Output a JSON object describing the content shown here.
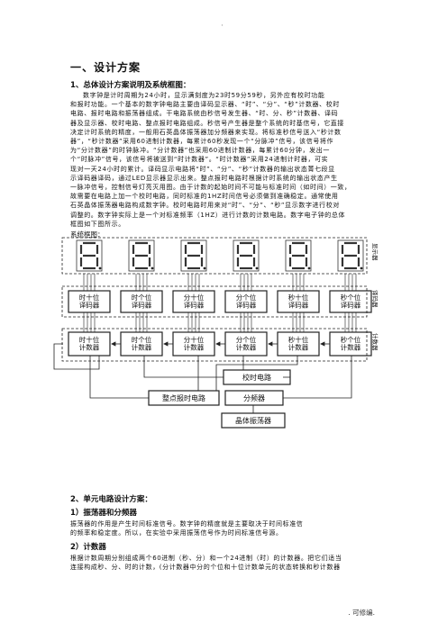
{
  "page": {
    "top_mark": "·",
    "section_title": "一、设计方案",
    "sub1_title": "1、总体设计方案说明及系统框图：",
    "intro_lines": [
      "数字钟是计时周期为24小时，显示满刻度为23时59分59秒，另外应有校时功能",
      "和报时功能。一个基本的数字钟电路主要由译码显示器、“时”、“分”、“秒”计数器、校时",
      "电路、报时电路和振荡器组成。干电路系统由秒信号发生器、“时、分、秒”计数器、译码",
      "器及显示器、校时电路、整点报时电路组成。秒信号产生器是整个系统的时基信号，它直接",
      "决定计时系统的精度，一般用石英晶体振荡器加分频器来实现。将标准秒信号送入“秒计数",
      "器”，“秒计数器”采用60进制计数器，每累计60秒发现一个“分脉冲”信号，该信号将作",
      "为“分计数器”的时钟脉冲。“分计数器”也采用60进制计数器，每累计60分钟，发出一",
      "个“时脉冲”信号，该信号将被送到“时计数器”。“时计数器”采用24进制计时器，可实",
      "现对一天24小时的累计。译码显示电路将“时”、“分”、“秒”计数器的输出状态菁七段显",
      "示译码器译码，通过LED显示器显示出来。整点报时电路时根据计时系统的输出状态产生",
      "一脉冲信号，控制信号灯亮灭用图。由于计数的起始时间不可能与标准时间（如时间）一致，",
      "故需要在电路上加一个校时电路，同时标准的1HZ时间信号必须做到准确稳定。通常使用",
      "石英晶体振荡器电路构成数字钟。校时电路时用来对“时”、“分”、“秒”显示数字进行校对",
      "调整的。数字钟实际上是一个对标准频率（1HZ）进行计数的计数电路。数字电子钟的总体",
      "框图如下图所示。"
    ],
    "diagram_caption": "系统框图：",
    "sub2_title": "2、单元电路设计方案：",
    "sub21_title": "1）振荡器和分频器",
    "osc_lines": [
      "振荡器的作用是产生时间标准信号。数字钟的精度就是主要取决于时间标准信",
      "的频率和稳定度。所以，在实验中采用振荡信号作为时间标准信号源。"
    ],
    "sub22_title": "2）计数器",
    "counter_lines": [
      "根据计数周期分别组成两个60进制（秒、分）和一个24进制（时）的计数器。把它们适当",
      "连接构成秒、分、时的计数，(分计数器中分的个位和十位计数单元的状态转换和秒计数器"
    ],
    "footer": ". 可修编."
  },
  "diagram": {
    "side_labels": [
      "显示器",
      "译码器",
      "计数器"
    ],
    "decoders": [
      "时十位\n译码器",
      "时个位\n译码器",
      "分十位\n译码器",
      "分个位\n译码器",
      "秒十位\n译码器",
      "秒个位\n译码器"
    ],
    "counters": [
      "时十位\n计数器",
      "时个位\n计数器",
      "分十位\n计数器",
      "分个位\n计数器",
      "秒十位\n计数器",
      "秒个位\n计数器"
    ],
    "calib": "校时电路",
    "alarm": "整点报时电路",
    "divider": "分频器",
    "oscillator": "晶体振荡器"
  }
}
